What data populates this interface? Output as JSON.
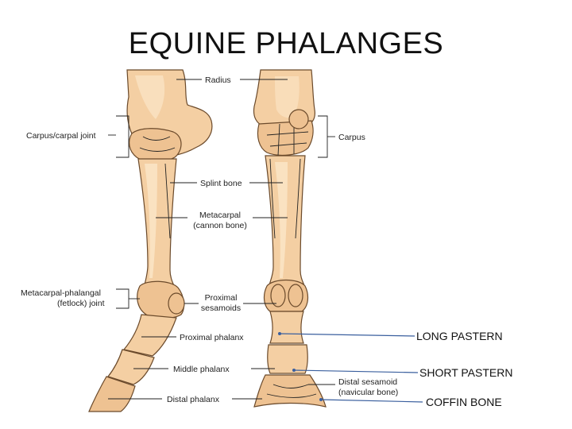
{
  "title": "EQUINE PHALANGES",
  "labels": {
    "radius": "Radius",
    "carpus_joint": "Carpus/carpal joint",
    "carpus": "Carpus",
    "splint": "Splint bone",
    "metacarpal_1": "Metacarpal",
    "metacarpal_2": "(cannon bone)",
    "fetlock_1": "Metacarpal-phalangal",
    "fetlock_2": "(fetlock) joint",
    "sesamoids_1": "Proximal",
    "sesamoids_2": "sesamoids",
    "proximal_phalanx": "Proximal phalanx",
    "middle_phalanx": "Middle phalanx",
    "distal_phalanx": "Distal phalanx",
    "distal_sesamoid_1": "Distal sesamoid",
    "distal_sesamoid_2": "(navicular bone)"
  },
  "callouts": {
    "long_pastern": "LONG PASTERN",
    "short_pastern": "SHORT PASTERN",
    "coffin_bone": "COFFIN BONE"
  },
  "colors": {
    "bone": "#f4cfa3",
    "outline": "#6b4a2b",
    "callout_line": "#3a5f9e"
  }
}
